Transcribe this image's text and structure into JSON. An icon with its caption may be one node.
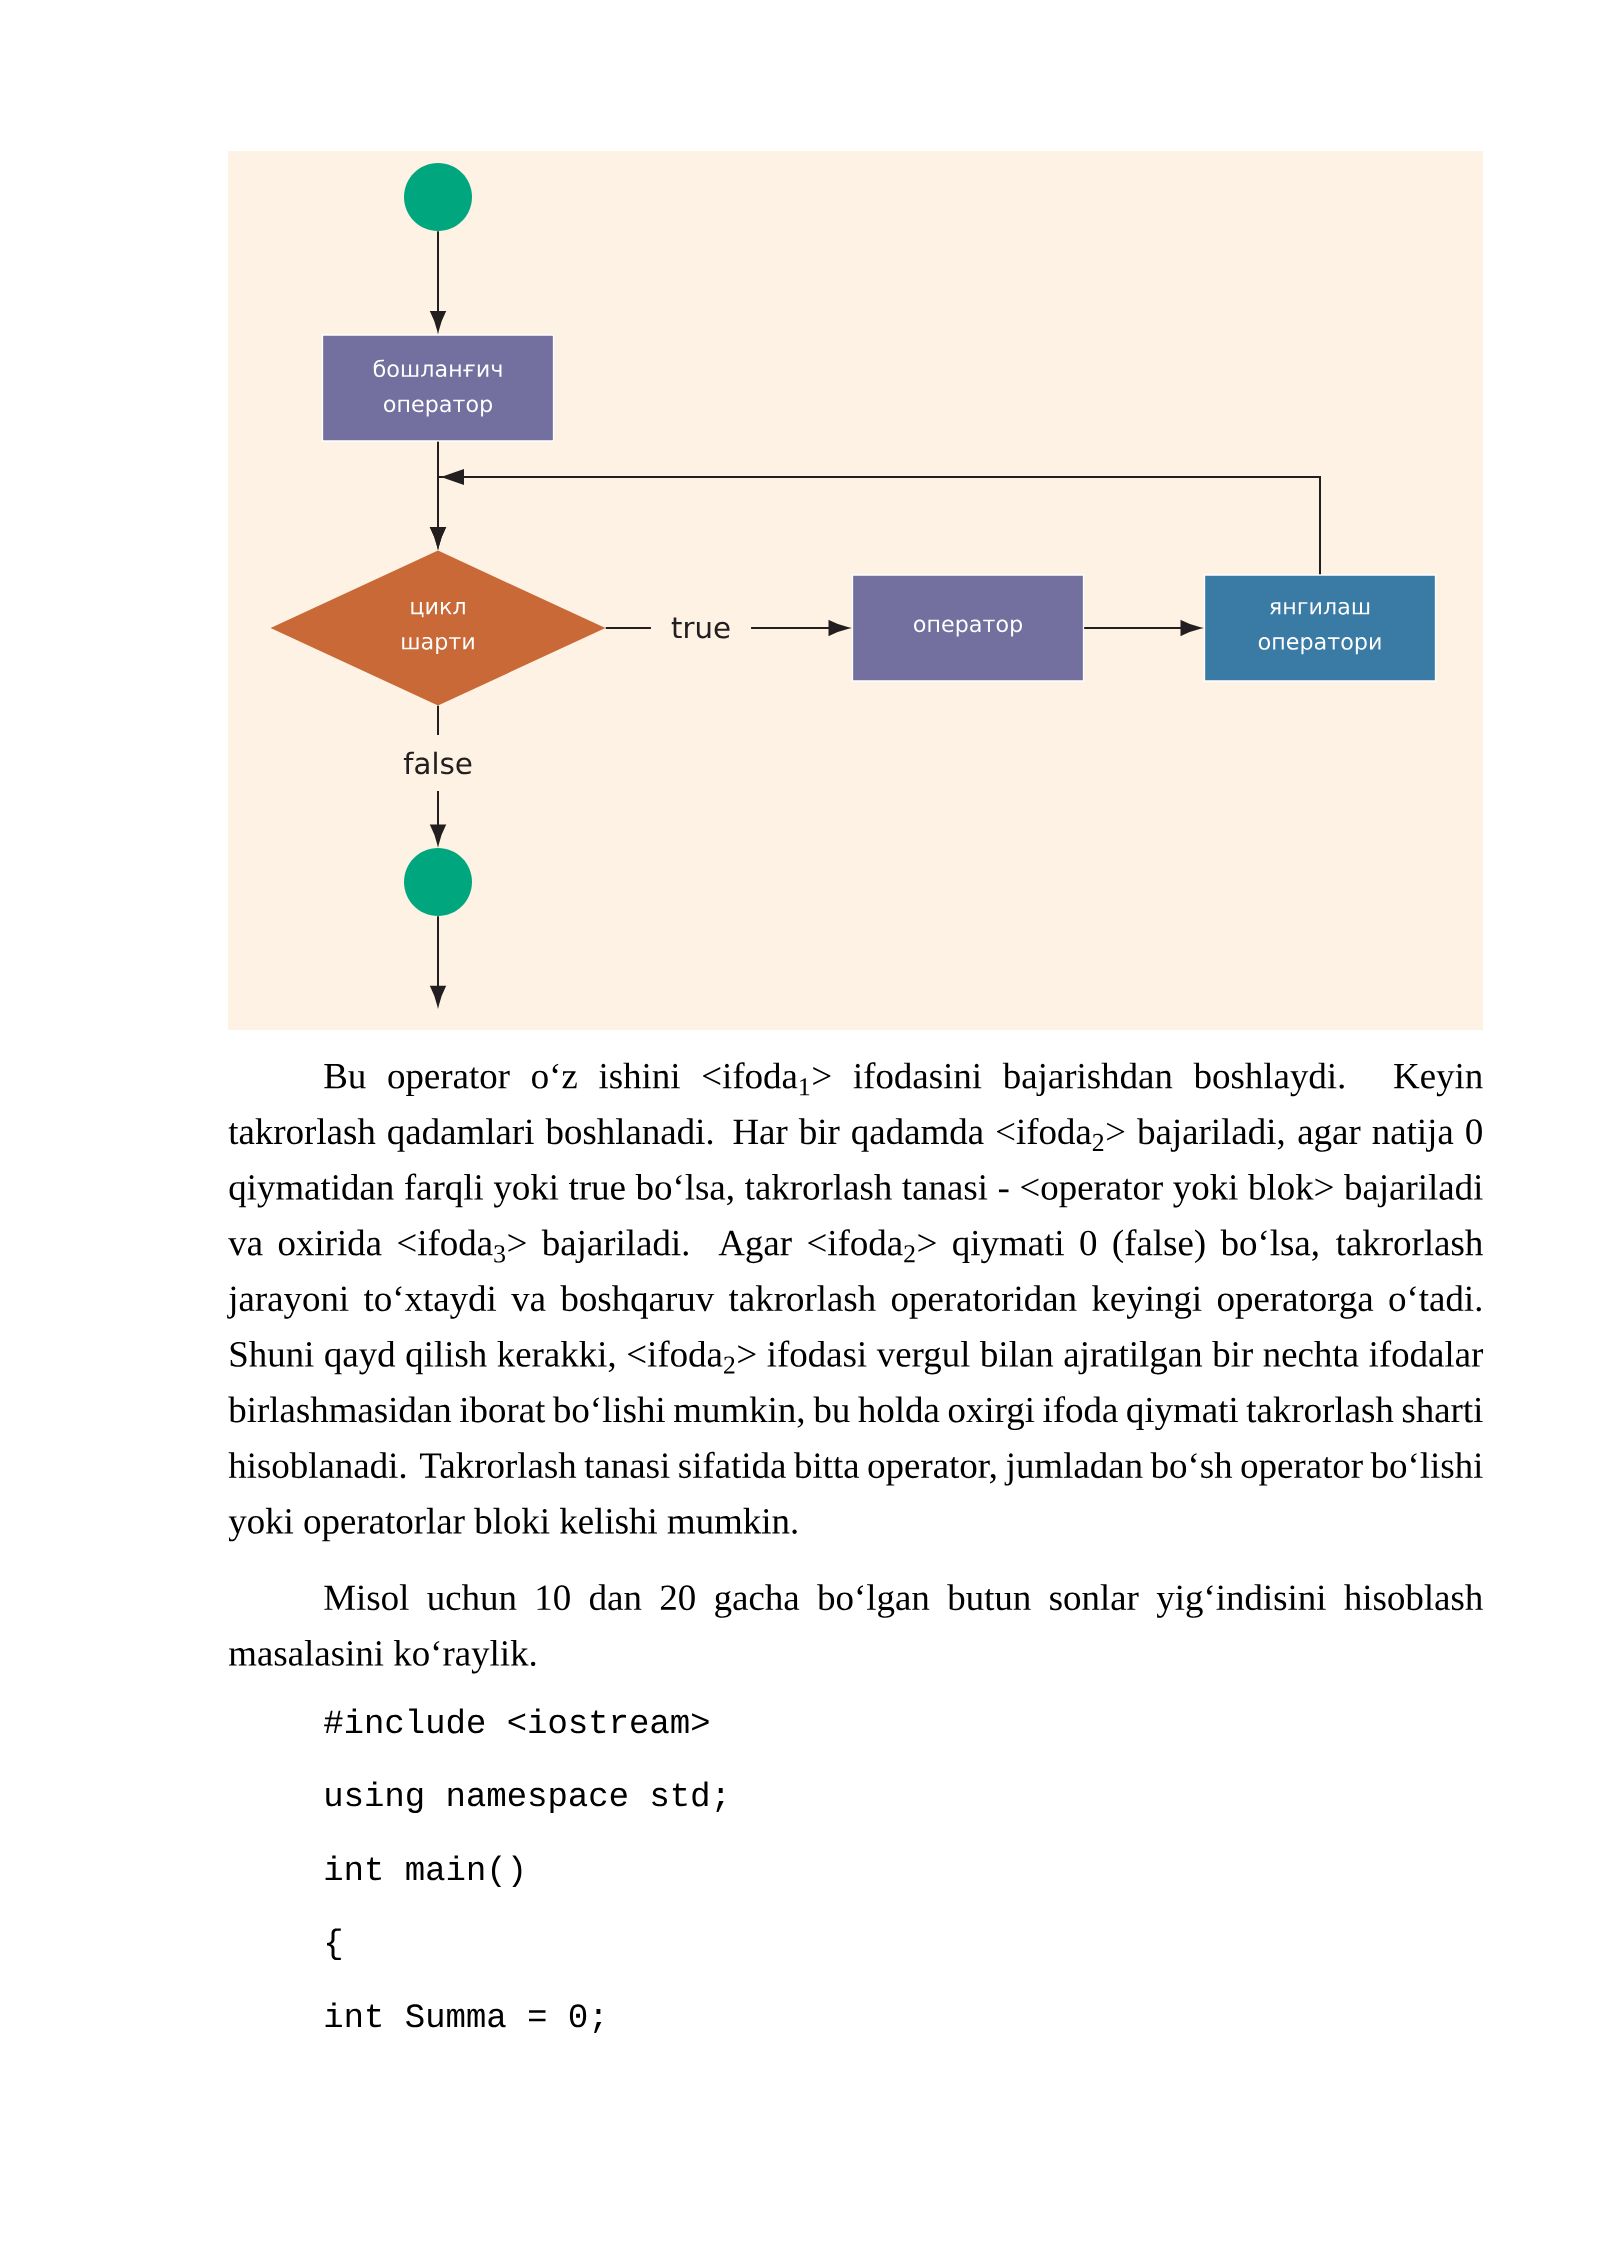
{
  "diagram": {
    "nodes": [
      {
        "text": [],
        "shape": "circle"
      },
      {
        "text": [
          "бошланғич оператор"
        ]
      },
      {
        "text": [
          "цикл шарти"
        ]
      },
      {
        "text": [
          "оператор"
        ]
      },
      {
        "text": [
          "янгилаш оператори"
        ]
      },
      {
        "text": [],
        "shape": "circle"
      }
    ],
    "edges": [
      {
        "from": 0,
        "to": 1,
        "arrow": "to"
      },
      {
        "from": 1,
        "to": 2,
        "arrow": "to"
      },
      {
        "from": 2,
        "to": 3,
        "arrow": "to",
        "label": "true"
      },
      {
        "from": 3,
        "to": 4,
        "arrow": "to"
      },
      {
        "from": 4,
        "to": 2,
        "arrow": "to"
      },
      {
        "from": 2,
        "to": 5,
        "arrow": "to",
        "label": "false"
      },
      {
        "from": 5,
        "to": null,
        "arrow": "to"
      }
    ],
    "labels": [
      "Bu operator o‘z ishini <ifoda$_{1}$> ifodasini bajarishdan boshlaydi. Keyin takrorlash qadamlari boshlanadi. Har bir qadamda <ifoda$_{2}$> bajariladi, agar natija 0 qiymatidan farqli yoki true bo‘lsa, takrorlash tanasi - <operator yoki blok> bajariladi va oxirida <ifoda$_{3}$> bajariladi. Agar <ifoda$_{2}$> qiymati 0 (false) bo‘lsa, takrorlash jarayoni to‘xtaydi va boshqaruv takrorlash operatoridan keyingi operatorga o‘tadi. Shuni qayd qilish kerakki, <ifoda$_{2}$> ifodasi vergul bilan ajratilgan bir nechta ifodalar birlashmasidan iborat bo‘lishi mumkin, bu holda oxirgi ifoda qiymati takrorlash sharti hisoblanadi. Takrorlash tanasi sifatida bitta operator, jumladan bo‘sh operator bo‘lishi yoki operatorlar bloki kelishi mumkin.",
      "Misol uchun 10 dan 20 gacha bo‘lgan butun sonlar yig‘indisini hisoblash masalasini ko‘raylik.",
      "#include <iostream>",
      "using namespace std;",
      "int main()",
      "{",
      "int Summa = 0;"
    ]
  }
}
